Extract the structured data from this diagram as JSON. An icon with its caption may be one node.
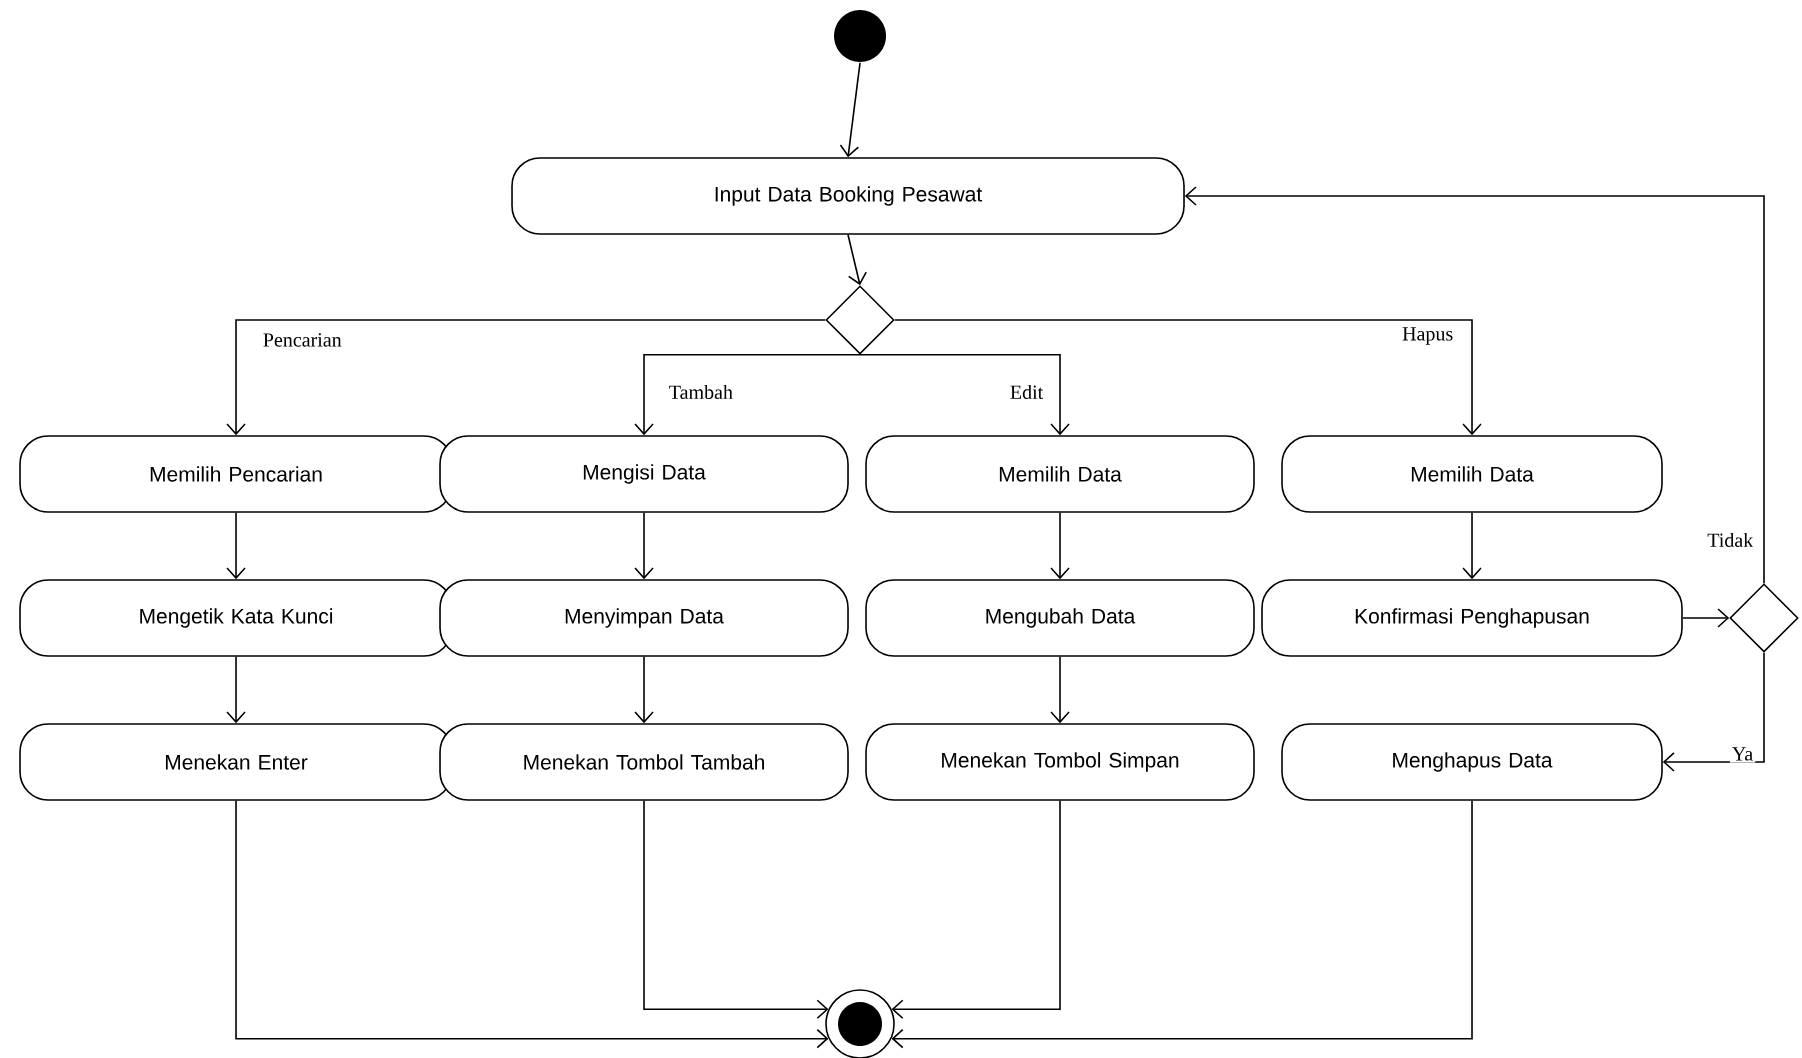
{
  "diagram": {
    "nodes": [
      {
        "text": [],
        "shape": "circle"
      },
      {
        "text": [
          "Input Data Booking Pesawat"
        ]
      },
      {
        "text": [],
        "shape": "diamond"
      },
      {
        "text": [
          "Memilih Pencarian"
        ]
      },
      {
        "text": [
          "Mengisi Data"
        ]
      },
      {
        "text": [
          "Memilih Data"
        ]
      },
      {
        "text": [
          "Memilih Data"
        ]
      },
      {
        "text": [
          "Mengetik Kata Kunci"
        ]
      },
      {
        "text": [
          "Menyimpan Data"
        ]
      },
      {
        "text": [
          "Mengubah Data"
        ]
      },
      {
        "text": [
          "Konfirmasi Penghapusan"
        ]
      },
      {
        "text": [
          "Menekan Enter"
        ]
      },
      {
        "text": [
          "Menekan Tombol Tambah"
        ]
      },
      {
        "text": [
          "Menekan Tombol Simpan"
        ]
      },
      {
        "text": [
          "Menghapus Data"
        ]
      },
      {
        "text": [],
        "shape": "diamond"
      },
      {
        "text": [],
        "shape": "bullseye"
      }
    ],
    "edges": [
      {
        "from": 0,
        "to": 1,
        "arrow": "to"
      },
      {
        "from": 1,
        "to": 2,
        "arrow": "to"
      },
      {
        "from": 2,
        "to": 3,
        "arrow": "to",
        "label": "Pencarian"
      },
      {
        "from": 2,
        "to": 4,
        "arrow": "to",
        "label": "Tambah"
      },
      {
        "from": 2,
        "to": 5,
        "arrow": "to",
        "label": "Edit"
      },
      {
        "from": 2,
        "to": 6,
        "arrow": "to",
        "label": "Hapus"
      },
      {
        "from": 3,
        "to": 7,
        "arrow": "to"
      },
      {
        "from": 7,
        "to": 11,
        "arrow": "to"
      },
      {
        "from": 4,
        "to": 8,
        "arrow": "to"
      },
      {
        "from": 8,
        "to": 12,
        "arrow": "to"
      },
      {
        "from": 5,
        "to": 9,
        "arrow": "to"
      },
      {
        "from": 9,
        "to": 13,
        "arrow": "to"
      },
      {
        "from": 6,
        "to": 10,
        "arrow": "to"
      },
      {
        "from": 10,
        "to": 15,
        "arrow": "to"
      },
      {
        "from": 15,
        "to": 1,
        "arrow": "to",
        "label": "Tidak"
      },
      {
        "from": 15,
        "to": 14,
        "arrow": "to",
        "label": "Ya"
      },
      {
        "from": 11,
        "to": 16,
        "arrow": "to"
      },
      {
        "from": 12,
        "to": 16,
        "arrow": "to"
      },
      {
        "from": 13,
        "to": 16,
        "arrow": "to"
      },
      {
        "from": 14,
        "to": 16,
        "arrow": "to"
      }
    ]
  }
}
